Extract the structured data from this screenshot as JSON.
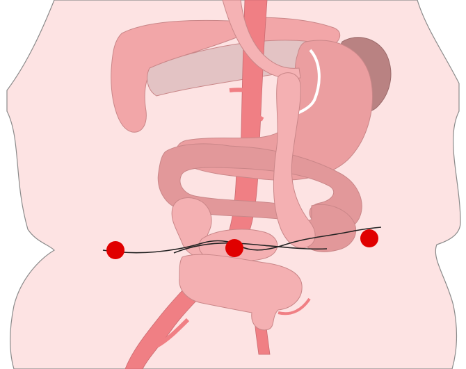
{
  "diagram": {
    "kind": "anatomical illustration",
    "colors": {
      "background": "#ffffff",
      "skin": "#fde3e3",
      "skin_outline": "#8a8a8a",
      "liver": "#f2a6a8",
      "liver_shadow": "#e3c3c4",
      "stomach": "#eb9ea0",
      "spleen": "#b98282",
      "esophagus": "#f5b2b4",
      "aorta": "#f07f84",
      "intestine_dark": "#e2989a",
      "intestine_light": "#f4b0b2",
      "intestine_outline": "#c98688",
      "marker": "#e00000",
      "incision_line": "#222222"
    },
    "markers": [
      {
        "id": "marker-left",
        "label": ""
      },
      {
        "id": "marker-center",
        "label": ""
      },
      {
        "id": "marker-right",
        "label": ""
      }
    ]
  }
}
